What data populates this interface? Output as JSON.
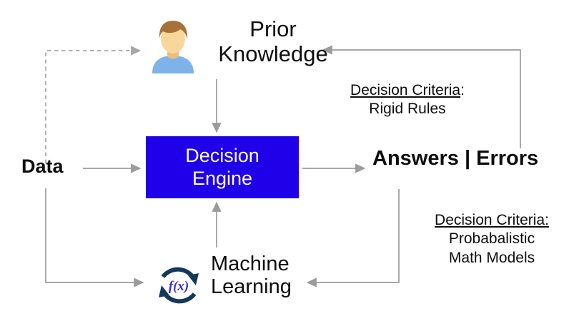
{
  "diagram": {
    "title": "Decision Engine feedback diagram",
    "background": "#ffffff",
    "accent_blue": "#1f00e8",
    "arrow_gray": "#9b9b9b",
    "nodes": {
      "data": {
        "label": "Data",
        "style": "bold-text"
      },
      "prior_knowledge": {
        "label": "Prior\nKnowledge",
        "icon": "person-icon",
        "icon_colors": {
          "hair": "#a9713a",
          "face": "#f5d08c",
          "shirt": "#7eb2e8"
        }
      },
      "decision_engine": {
        "label": "Decision\nEngine",
        "fill": "#1f00e8",
        "text_color": "#ffffff"
      },
      "answers_errors": {
        "label": "Answers | Errors",
        "style": "bold-text"
      },
      "machine_learning": {
        "label": "Machine\nLearning",
        "icon": "refresh-fx-icon",
        "icon_text": "f(x)",
        "icon_colors": {
          "ring": "#12395a",
          "fx": "#3b2fd0"
        }
      }
    },
    "criteria": [
      {
        "id": "rigid",
        "heading": "Decision Criteria",
        "heading_suffix": ":",
        "body": "Rigid Rules",
        "underline": "heading-only"
      },
      {
        "id": "probabalistic",
        "heading": "Decision Criteria:",
        "heading_suffix": "",
        "body": "Probabalistic\nMath Models",
        "underline": "heading-and-colon"
      }
    ],
    "edges": [
      {
        "id": "data-to-prior",
        "from": "data",
        "to": "prior_knowledge",
        "style": "dashed"
      },
      {
        "id": "data-to-engine",
        "from": "data",
        "to": "decision_engine",
        "style": "solid"
      },
      {
        "id": "data-to-ml",
        "from": "data",
        "to": "machine_learning",
        "style": "solid"
      },
      {
        "id": "prior-to-engine",
        "from": "prior_knowledge",
        "to": "decision_engine",
        "style": "solid"
      },
      {
        "id": "ml-to-engine",
        "from": "machine_learning",
        "to": "decision_engine",
        "style": "solid"
      },
      {
        "id": "engine-to-answers",
        "from": "decision_engine",
        "to": "answers_errors",
        "style": "solid"
      },
      {
        "id": "answers-to-prior",
        "from": "answers_errors",
        "to": "prior_knowledge",
        "style": "solid"
      },
      {
        "id": "answers-to-ml",
        "from": "answers_errors",
        "to": "machine_learning",
        "style": "solid"
      }
    ]
  }
}
